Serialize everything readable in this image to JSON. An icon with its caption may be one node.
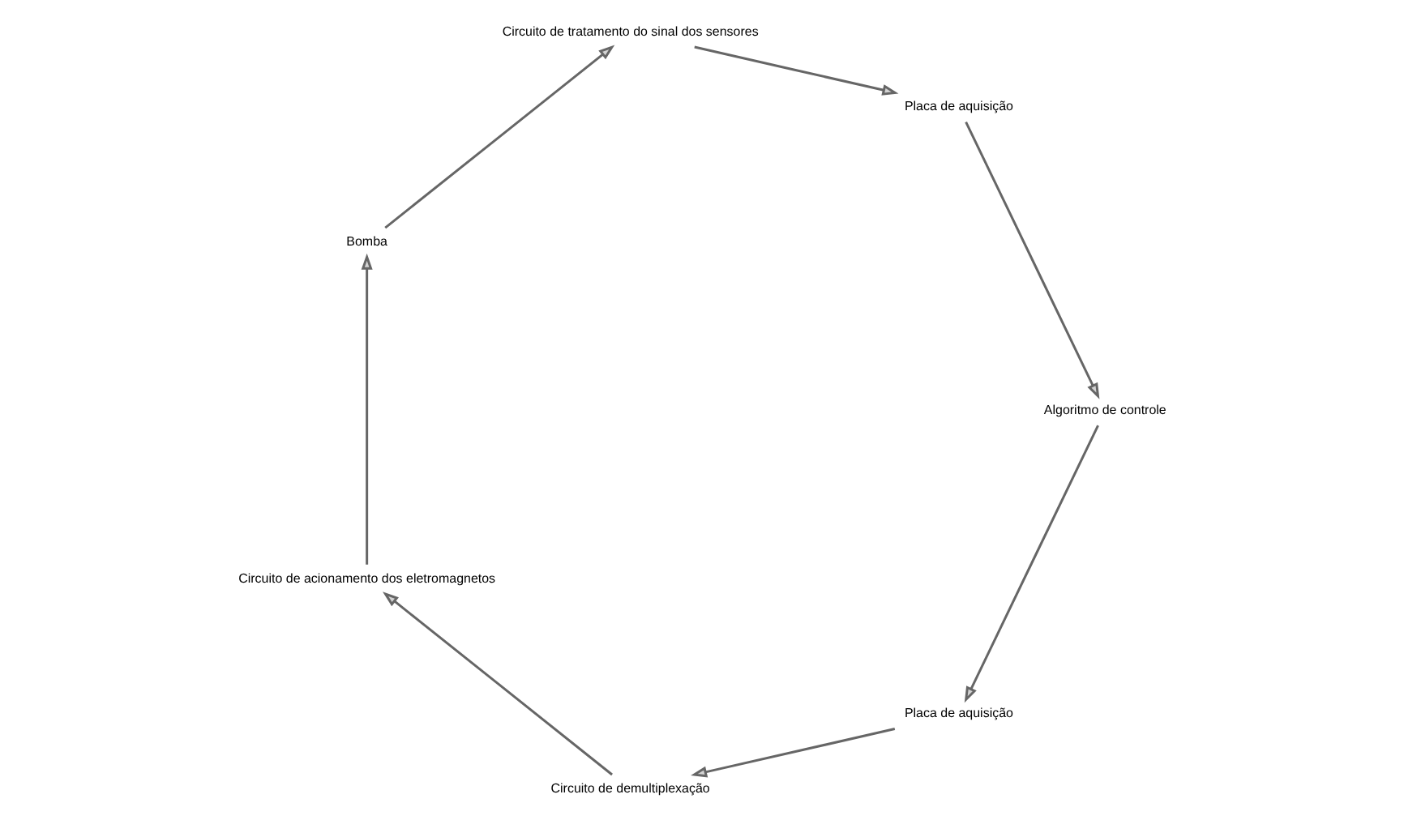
{
  "diagram": {
    "nodes": [
      {
        "text": [
          "Placa de aquisição"
        ]
      },
      {
        "text": [
          "Circuito de demultiplexação"
        ]
      },
      {
        "text": [
          "Circuito de acionamento dos eletromagnetos"
        ]
      },
      {
        "text": [
          "Bomba"
        ]
      },
      {
        "text": [
          "Circuito de tratamento do sinal dos sensores"
        ]
      },
      {
        "text": [
          "Placa de aquisição"
        ]
      },
      {
        "text": [
          "Algoritmo de controle"
        ]
      }
    ],
    "edges": [
      {
        "from": 0,
        "to": 1,
        "arrow": "to"
      },
      {
        "from": 1,
        "to": 2,
        "arrow": "to"
      },
      {
        "from": 2,
        "to": 3,
        "arrow": "to"
      },
      {
        "from": 3,
        "to": 4,
        "arrow": "to"
      },
      {
        "from": 4,
        "to": 5,
        "arrow": "to"
      },
      {
        "from": 5,
        "to": 6,
        "arrow": "to"
      },
      {
        "from": 6,
        "to": 0,
        "arrow": "to"
      }
    ]
  }
}
